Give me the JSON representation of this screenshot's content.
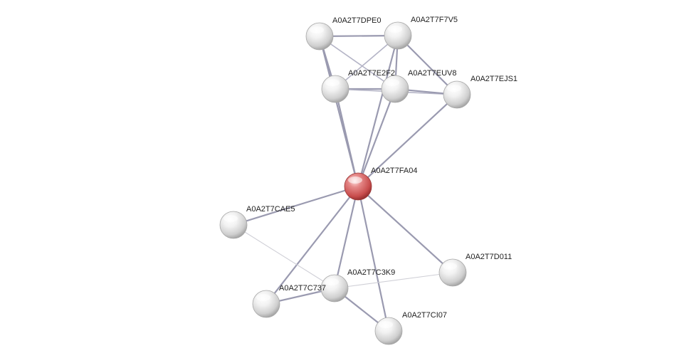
{
  "network": {
    "nodes": [
      {
        "id": "A0A2T7DPE0",
        "label": "A0A2T7DPE0",
        "color": "#e0e0e0"
      },
      {
        "id": "A0A2T7F7V5",
        "label": "A0A2T7F7V5",
        "color": "#e0e0e0"
      },
      {
        "id": "A0A2T7E2F2",
        "label": "A0A2T7E2F2",
        "color": "#e0e0e0"
      },
      {
        "id": "A0A2T7EUV8",
        "label": "A0A2T7EUV8",
        "color": "#e0e0e0"
      },
      {
        "id": "A0A2T7EJS1",
        "label": "A0A2T7EJS1",
        "color": "#e0e0e0"
      },
      {
        "id": "A0A2T7FA04",
        "label": "A0A2T7FA04",
        "color": "#d45a5a"
      },
      {
        "id": "A0A2T7CAE5",
        "label": "A0A2T7CAE5",
        "color": "#e0e0e0"
      },
      {
        "id": "A0A2T7D011",
        "label": "A0A2T7D011",
        "color": "#e0e0e0"
      },
      {
        "id": "A0A2T7C3K9",
        "label": "A0A2T7C3K9",
        "color": "#e0e0e0"
      },
      {
        "id": "A0A2T7C737",
        "label": "A0A2T7C737",
        "color": "#e0e0e0"
      },
      {
        "id": "A0A2T7CI07",
        "label": "A0A2T7CI07",
        "color": "#e0e0e0"
      }
    ],
    "edges": [
      {
        "source": "A0A2T7DPE0",
        "target": "A0A2T7F7V5",
        "strength": "strong"
      },
      {
        "source": "A0A2T7DPE0",
        "target": "A0A2T7E2F2",
        "strength": "strong"
      },
      {
        "source": "A0A2T7DPE0",
        "target": "A0A2T7EUV8",
        "strength": "medium"
      },
      {
        "source": "A0A2T7DPE0",
        "target": "A0A2T7FA04",
        "strength": "strong"
      },
      {
        "source": "A0A2T7F7V5",
        "target": "A0A2T7E2F2",
        "strength": "medium"
      },
      {
        "source": "A0A2T7F7V5",
        "target": "A0A2T7EUV8",
        "strength": "strong"
      },
      {
        "source": "A0A2T7F7V5",
        "target": "A0A2T7EJS1",
        "strength": "strong"
      },
      {
        "source": "A0A2T7F7V5",
        "target": "A0A2T7FA04",
        "strength": "strong"
      },
      {
        "source": "A0A2T7E2F2",
        "target": "A0A2T7EUV8",
        "strength": "strong"
      },
      {
        "source": "A0A2T7E2F2",
        "target": "A0A2T7EJS1",
        "strength": "medium"
      },
      {
        "source": "A0A2T7E2F2",
        "target": "A0A2T7FA04",
        "strength": "strong"
      },
      {
        "source": "A0A2T7EUV8",
        "target": "A0A2T7EJS1",
        "strength": "strong"
      },
      {
        "source": "A0A2T7EUV8",
        "target": "A0A2T7FA04",
        "strength": "strong"
      },
      {
        "source": "A0A2T7EJS1",
        "target": "A0A2T7FA04",
        "strength": "strong"
      },
      {
        "source": "A0A2T7FA04",
        "target": "A0A2T7CAE5",
        "strength": "strong"
      },
      {
        "source": "A0A2T7FA04",
        "target": "A0A2T7C737",
        "strength": "strong"
      },
      {
        "source": "A0A2T7FA04",
        "target": "A0A2T7C3K9",
        "strength": "strong"
      },
      {
        "source": "A0A2T7FA04",
        "target": "A0A2T7CI07",
        "strength": "strong"
      },
      {
        "source": "A0A2T7FA04",
        "target": "A0A2T7D011",
        "strength": "strong"
      },
      {
        "source": "A0A2T7CAE5",
        "target": "A0A2T7C3K9",
        "strength": "weak"
      },
      {
        "source": "A0A2T7C737",
        "target": "A0A2T7C3K9",
        "strength": "strong"
      },
      {
        "source": "A0A2T7C3K9",
        "target": "A0A2T7CI07",
        "strength": "strong"
      },
      {
        "source": "A0A2T7C3K9",
        "target": "A0A2T7D011",
        "strength": "weak"
      }
    ],
    "edge_colors": {
      "strong": "#9a9ab0",
      "medium": "#b4b4c6",
      "weak": "#cfcfd6"
    }
  }
}
